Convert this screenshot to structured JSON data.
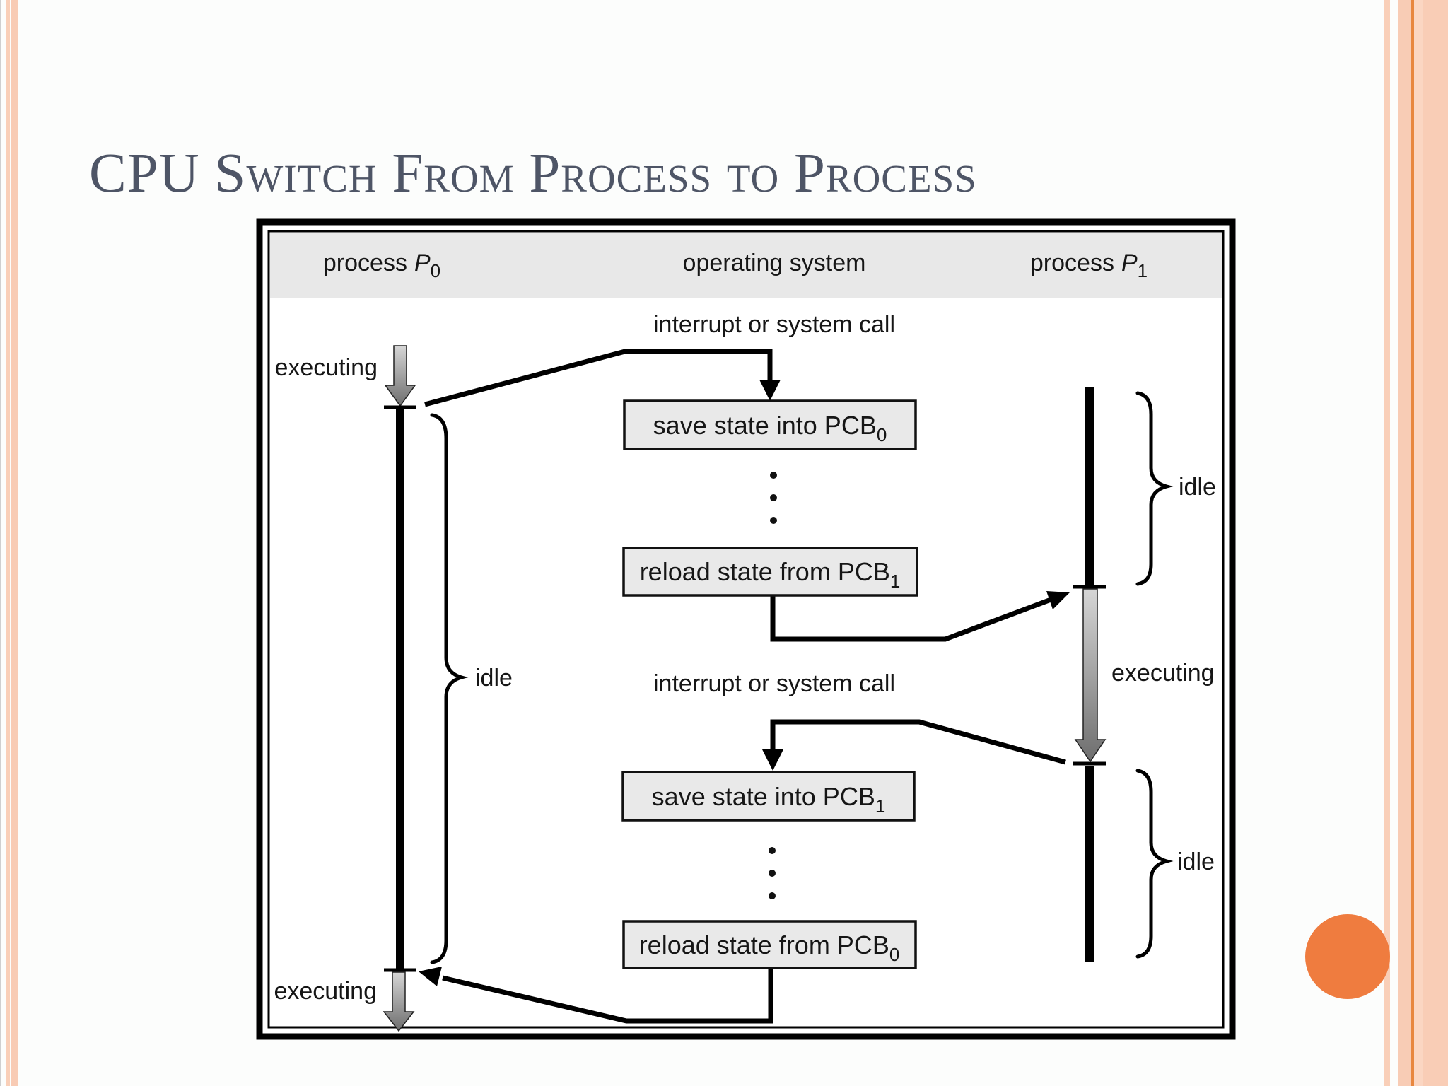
{
  "slide": {
    "title": "CPU Switch From Process to Process",
    "title_color": "#4e5566",
    "background": "#fcfdfc",
    "stripe_peach": "#f8ccb5",
    "stripe_orange_line": "#e8873f",
    "accent_circle_orange": "#ef7c3f"
  },
  "diagram": {
    "frame_color": "#000000",
    "band_fill": "#e8e8e8",
    "box_fill": "#e9e9e9",
    "columns": [
      {
        "prefix": "process",
        "var": "P",
        "sub": "0"
      },
      {
        "label": "operating system"
      },
      {
        "prefix": "process",
        "var": "P",
        "sub": "1"
      }
    ],
    "interrupts": {
      "top": "interrupt or system call",
      "bottom": "interrupt or system call"
    },
    "boxes": [
      {
        "label": "save state into PCB",
        "sub": "0"
      },
      {
        "label": "reload state from PCB",
        "sub": "1"
      },
      {
        "label": "save state into PCB",
        "sub": "1"
      },
      {
        "label": "reload state from PCB",
        "sub": "0"
      }
    ],
    "labels": {
      "executing_top": "executing",
      "executing_right": "executing",
      "executing_bottom": "executing",
      "idle_left": "idle",
      "idle_right_top": "idle",
      "idle_right_bottom": "idle"
    }
  }
}
